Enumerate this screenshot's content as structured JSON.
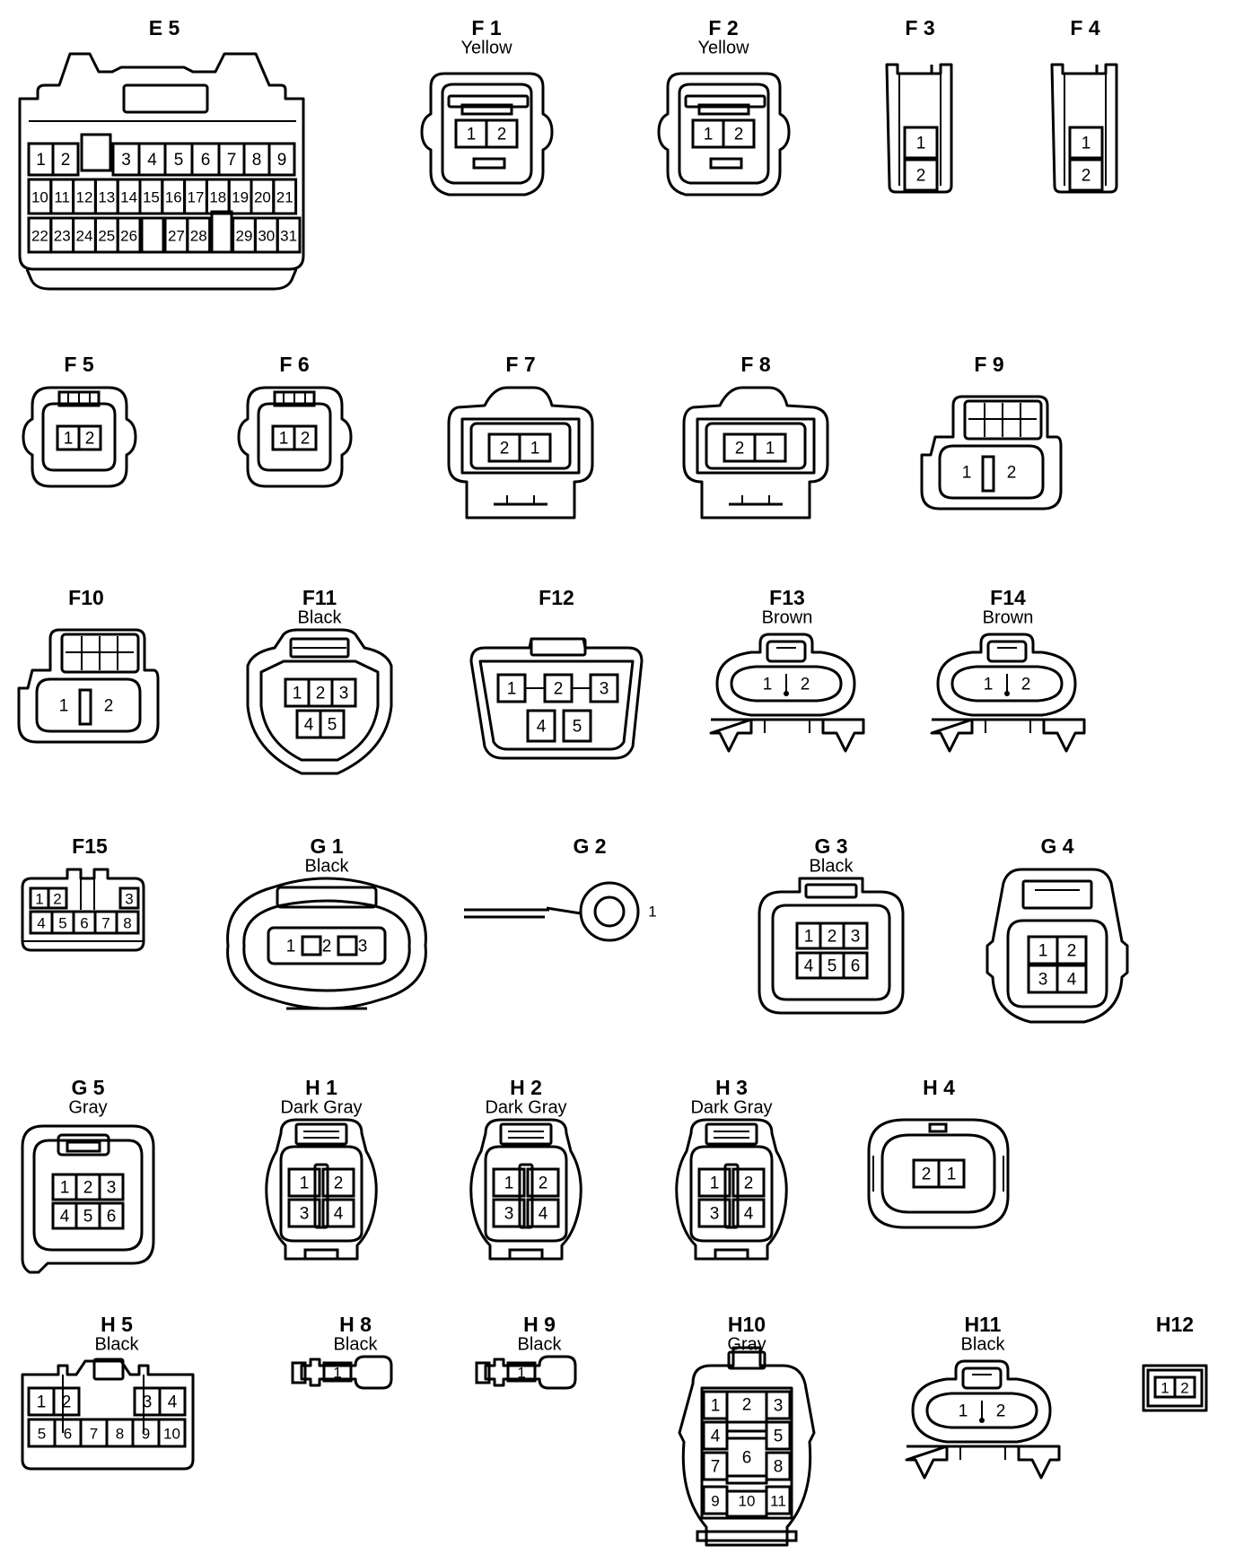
{
  "connectors": [
    {
      "id": "E5",
      "code": "E 5",
      "color": "",
      "style": "e5",
      "pins": [
        "1",
        "2",
        "3",
        "4",
        "5",
        "6",
        "7",
        "8",
        "9",
        "10",
        "11",
        "12",
        "13",
        "14",
        "15",
        "16",
        "17",
        "18",
        "19",
        "20",
        "21",
        "22",
        "23",
        "24",
        "25",
        "26",
        "27",
        "28",
        "29",
        "30",
        "31"
      ]
    },
    {
      "id": "F1",
      "code": "F 1",
      "color": "Yellow",
      "style": "sq2",
      "pins": [
        "1",
        "2"
      ]
    },
    {
      "id": "F2",
      "code": "F 2",
      "color": "Yellow",
      "style": "sq2",
      "pins": [
        "1",
        "2"
      ]
    },
    {
      "id": "F3",
      "code": "F 3",
      "color": "",
      "style": "vert2",
      "pins": [
        "1",
        "2"
      ]
    },
    {
      "id": "F4",
      "code": "F 4",
      "color": "",
      "style": "vert2",
      "pins": [
        "1",
        "2"
      ]
    },
    {
      "id": "F5",
      "code": "F 5",
      "color": "",
      "style": "small2",
      "pins": [
        "1",
        "2"
      ]
    },
    {
      "id": "F6",
      "code": "F 6",
      "color": "",
      "style": "small2",
      "pins": [
        "1",
        "2"
      ]
    },
    {
      "id": "F7",
      "code": "F 7",
      "color": "",
      "style": "tab2",
      "pins": [
        "2",
        "1"
      ]
    },
    {
      "id": "F8",
      "code": "F 8",
      "color": "",
      "style": "tab2",
      "pins": [
        "2",
        "1"
      ]
    },
    {
      "id": "F9",
      "code": "F 9",
      "color": "",
      "style": "latch2",
      "pins": [
        "1",
        "2"
      ]
    },
    {
      "id": "F10",
      "code": "F10",
      "color": "",
      "style": "latch2",
      "pins": [
        "1",
        "2"
      ]
    },
    {
      "id": "F11",
      "code": "F11",
      "color": "Black",
      "style": "shield5",
      "pins": [
        "1",
        "2",
        "3",
        "4",
        "5"
      ]
    },
    {
      "id": "F12",
      "code": "F12",
      "color": "",
      "style": "trap5",
      "pins": [
        "1",
        "2",
        "3",
        "4",
        "5"
      ]
    },
    {
      "id": "F13",
      "code": "F13",
      "color": "Brown",
      "style": "clip2",
      "pins": [
        "1",
        "2"
      ]
    },
    {
      "id": "F14",
      "code": "F14",
      "color": "Brown",
      "style": "clip2",
      "pins": [
        "1",
        "2"
      ]
    },
    {
      "id": "F15",
      "code": "F15",
      "color": "",
      "style": "f15",
      "pins": [
        "1",
        "2",
        "3",
        "4",
        "5",
        "6",
        "7",
        "8"
      ]
    },
    {
      "id": "G1",
      "code": "G 1",
      "color": "Black",
      "style": "oval3",
      "pins": [
        "1",
        "2",
        "3"
      ]
    },
    {
      "id": "G2",
      "code": "G 2",
      "color": "",
      "style": "ring",
      "pins": [
        "1"
      ]
    },
    {
      "id": "G3",
      "code": "G 3",
      "color": "Black",
      "style": "box6",
      "pins": [
        "1",
        "2",
        "3",
        "4",
        "5",
        "6"
      ]
    },
    {
      "id": "G4",
      "code": "G 4",
      "color": "",
      "style": "g4",
      "pins": [
        "1",
        "2",
        "3",
        "4"
      ]
    },
    {
      "id": "G5",
      "code": "G 5",
      "color": "Gray",
      "style": "g5",
      "pins": [
        "1",
        "2",
        "3",
        "4",
        "5",
        "6"
      ]
    },
    {
      "id": "H1",
      "code": "H 1",
      "color": "Dark Gray",
      "style": "h4",
      "pins": [
        "1",
        "2",
        "3",
        "4"
      ]
    },
    {
      "id": "H2",
      "code": "H 2",
      "color": "Dark Gray",
      "style": "h4",
      "pins": [
        "1",
        "2",
        "3",
        "4"
      ]
    },
    {
      "id": "H3",
      "code": "H 3",
      "color": "Dark Gray",
      "style": "h4",
      "pins": [
        "1",
        "2",
        "3",
        "4"
      ]
    },
    {
      "id": "H4",
      "code": "H 4",
      "color": "",
      "style": "h4b",
      "pins": [
        "2",
        "1"
      ]
    },
    {
      "id": "H5",
      "code": "H 5",
      "color": "Black",
      "style": "h5",
      "pins": [
        "1",
        "2",
        "3",
        "4",
        "5",
        "6",
        "7",
        "8",
        "9",
        "10"
      ]
    },
    {
      "id": "H8",
      "code": "H 8",
      "color": "Black",
      "style": "pig1",
      "pins": [
        "1"
      ]
    },
    {
      "id": "H9",
      "code": "H 9",
      "color": "Black",
      "style": "pig1",
      "pins": [
        "1"
      ]
    },
    {
      "id": "H10",
      "code": "H10",
      "color": "Gray",
      "style": "h10",
      "pins": [
        "1",
        "2",
        "3",
        "4",
        "5",
        "6",
        "7",
        "8",
        "9",
        "10",
        "11"
      ]
    },
    {
      "id": "H11",
      "code": "H11",
      "color": "Black",
      "style": "clip2",
      "pins": [
        "1",
        "2"
      ]
    },
    {
      "id": "H12",
      "code": "H12",
      "color": "",
      "style": "mini2",
      "pins": [
        "1",
        "2"
      ]
    }
  ]
}
